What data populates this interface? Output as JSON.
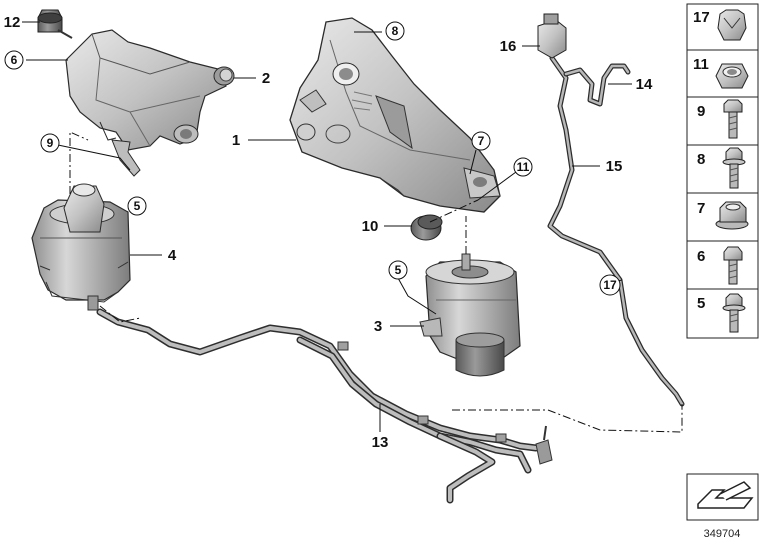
{
  "diagram": {
    "parts": [
      {
        "id": "p1",
        "label": "1"
      },
      {
        "id": "p2",
        "label": "2"
      },
      {
        "id": "p3",
        "label": "3"
      },
      {
        "id": "p4",
        "label": "4"
      },
      {
        "id": "p10",
        "label": "10"
      },
      {
        "id": "p12",
        "label": "12"
      },
      {
        "id": "p13",
        "label": "13"
      },
      {
        "id": "p14",
        "label": "14"
      },
      {
        "id": "p15",
        "label": "15"
      },
      {
        "id": "p16",
        "label": "16"
      }
    ],
    "circled": [
      {
        "id": "c6",
        "label": "6"
      },
      {
        "id": "c8",
        "label": "8"
      },
      {
        "id": "c9",
        "label": "9"
      },
      {
        "id": "c5a",
        "label": "5"
      },
      {
        "id": "c7",
        "label": "7"
      },
      {
        "id": "c11",
        "label": "11"
      },
      {
        "id": "c5b",
        "label": "5"
      },
      {
        "id": "c17",
        "label": "17"
      }
    ]
  },
  "sidebar": {
    "items": [
      {
        "label": "17",
        "icon": "clip-nut-icon"
      },
      {
        "label": "11",
        "icon": "hex-nut-icon"
      },
      {
        "label": "9",
        "icon": "hex-bolt-icon"
      },
      {
        "label": "8",
        "icon": "flange-bolt-icon"
      },
      {
        "label": "7",
        "icon": "flange-nut-icon"
      },
      {
        "label": "6",
        "icon": "hex-bolt-icon"
      },
      {
        "label": "5",
        "icon": "flange-bolt-icon"
      }
    ]
  },
  "footer": {
    "doc_number": "349704",
    "direction_icon": "front-direction-arrow-icon"
  },
  "colors": {
    "metal_light": "#d9d9d9",
    "metal_mid": "#b4b4b4",
    "metal_dark": "#6e6e6e",
    "outline": "#2b2b2b"
  }
}
